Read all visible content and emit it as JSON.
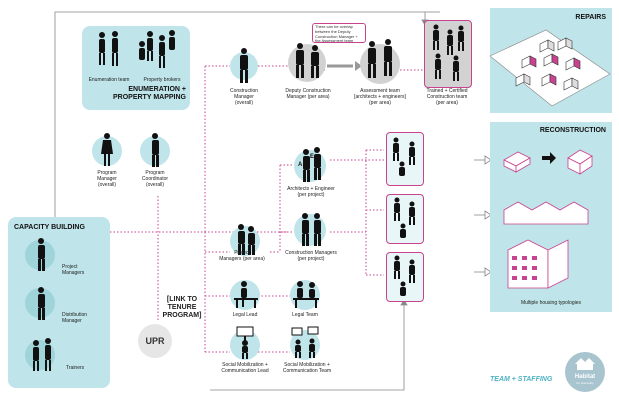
{
  "panels": {
    "enumeration": {
      "title_line1": "ENUMERATION +",
      "title_line2": "PROPERTY MAPPING",
      "enumeration_team": "Enumeration team",
      "property_brokers": "Property brokers"
    },
    "capacity": {
      "title": "CAPACITY BUILDING",
      "project_managers": "Project\nManagers",
      "distribution_manager": "Distribution\nManager",
      "trainers": "Trainers"
    },
    "repairs": {
      "title": "REPAIRS"
    },
    "reconstruction": {
      "title": "RECONSTRUCTION",
      "caption": "Multiple housing typologies"
    }
  },
  "roles": {
    "construction_manager": "Construction\nManager\n(overall)",
    "deputy_construction_manager": "Deputy Construction\nManager (per area)",
    "assessment_team": "Assessment team\n[architects + engineers]\n(per area)",
    "trained_team": "Trained + Certified\nConstruction team\n(per area)",
    "overlap_note": "There can be overlap between the Deputy Construction Manager + the Assessment team",
    "program_manager": "Program\nManager\n(overall)",
    "program_coordinator": "Program\nCoordinator\n(overall)",
    "architects_engineer": "Architects + Engineer\n(per project)",
    "construction_managers": "Construction Managers\n(per project)",
    "project_managers_area": "Project\nManagers (per area)",
    "legal_lead": "Legal Lead",
    "legal_team": "Legal Team",
    "social_lead": "Social Mobilization +\nCommunication Lead",
    "social_team": "Social Mobilization +\nCommunication Team",
    "link_tenure": "[LINK TO\nTENURE PROGRAM]",
    "upr": "UPR"
  },
  "footer": {
    "team_staffing": "TEAM + STAFFING",
    "logo_line1": "Habitat",
    "logo_line2": "for Humanity"
  },
  "colors": {
    "panel": "#bfe4e9",
    "accent": "#c8438f",
    "grey": "#d2d2d2"
  }
}
